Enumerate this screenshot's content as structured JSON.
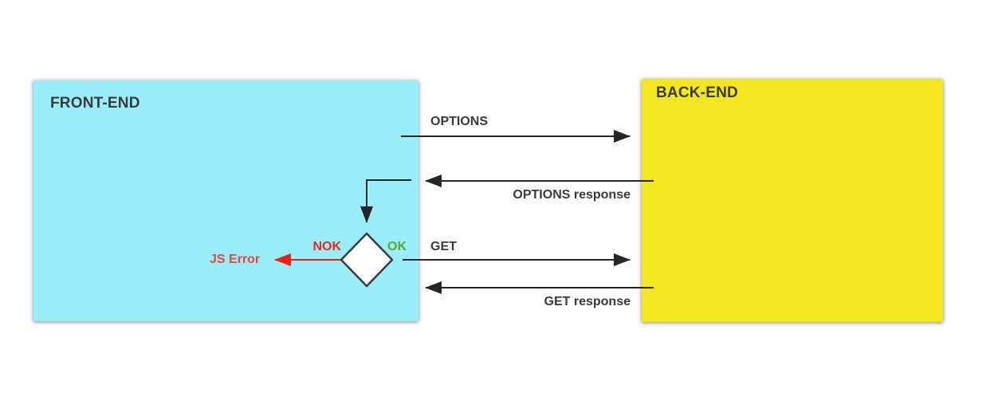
{
  "diagram": {
    "frontend": {
      "label": "FRONT-END",
      "fill": "#99EEF9"
    },
    "backend": {
      "label": "BACK-END",
      "fill": "#F5E71F"
    },
    "messages": {
      "options": "OPTIONS",
      "options_response": "OPTIONS response",
      "get": "GET",
      "get_response": "GET response"
    },
    "decision": {
      "ok": "OK",
      "nok": "NOK",
      "error": "JS Error"
    },
    "colors": {
      "ok_green": "#5FA62C",
      "error_red": "#E8291C",
      "arrow_black": "#262626",
      "label_text": "#3A3A3A"
    }
  }
}
